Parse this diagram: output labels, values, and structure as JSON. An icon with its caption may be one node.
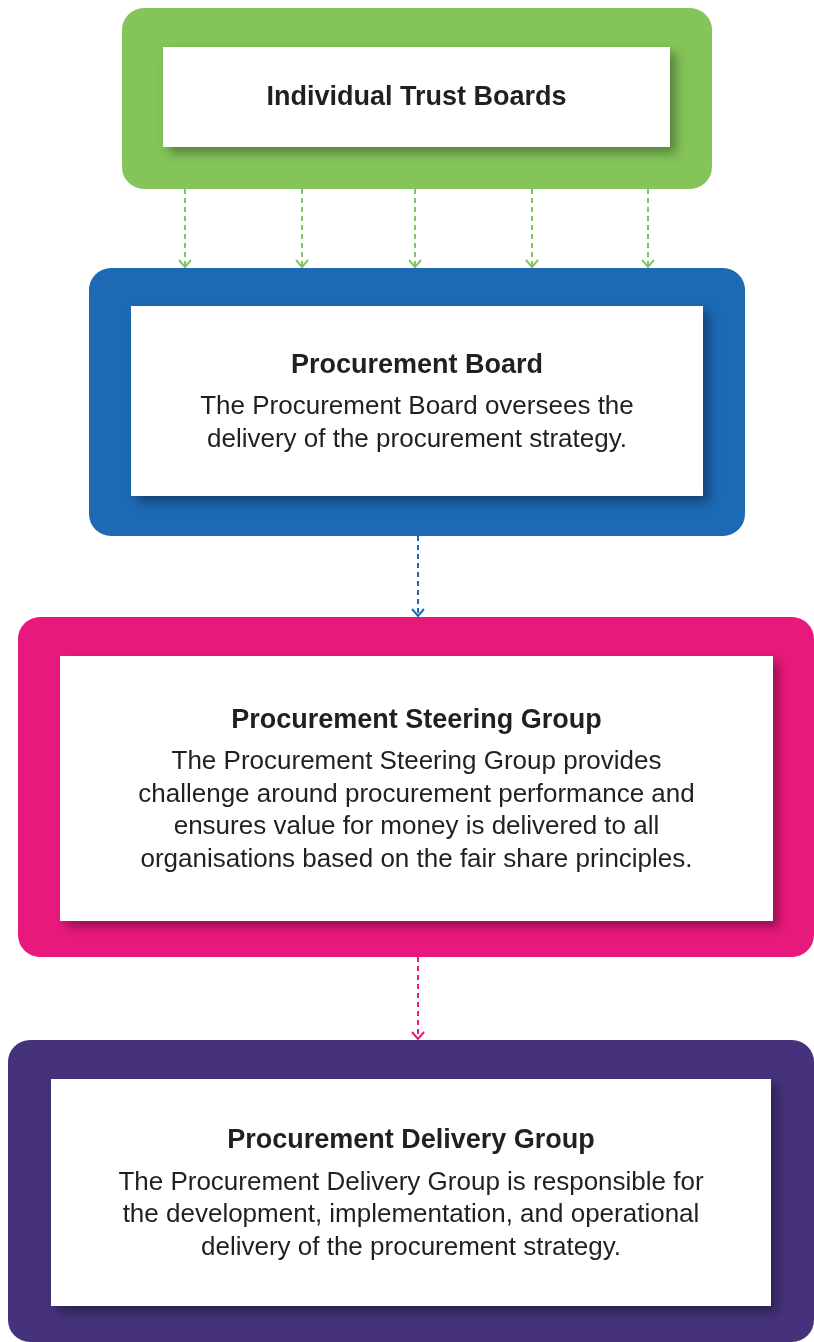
{
  "diagram": {
    "nodes": [
      {
        "text": [],
        "shape": "box"
      },
      {
        "text": [
          "Individual Trust Boards"
        ],
        "in": 0
      },
      {
        "text": [],
        "shape": "box"
      },
      {
        "text": [
          "Procurement Board",
          "The Procurement Board oversees the delivery of the procurement strategy."
        ],
        "in": 2
      },
      {
        "text": [],
        "shape": "box"
      },
      {
        "text": [
          "Procurement Steering Group",
          "The Procurement Steering Group provides challenge around procurement performance and ensures value for money is delivered to all organisations based on the fair share principles."
        ],
        "in": 4
      },
      {
        "text": [],
        "shape": "box"
      },
      {
        "text": [
          "Procurement Delivery Group",
          "The Procurement Delivery Group is responsible for the development, implementation, and operational delivery of the procurement strategy."
        ],
        "in": 6
      }
    ],
    "edges": [
      {
        "from": 0,
        "to": 2,
        "arrow": "to",
        "style": "dashed",
        "color": "#84c45a"
      },
      {
        "from": 0,
        "to": 2,
        "arrow": "to",
        "style": "dashed",
        "color": "#84c45a"
      },
      {
        "from": 0,
        "to": 2,
        "arrow": "to",
        "style": "dashed",
        "color": "#84c45a"
      },
      {
        "from": 0,
        "to": 2,
        "arrow": "to",
        "style": "dashed",
        "color": "#84c45a"
      },
      {
        "from": 0,
        "to": 2,
        "arrow": "to",
        "style": "dashed",
        "color": "#84c45a"
      },
      {
        "from": 2,
        "to": 4,
        "arrow": "to",
        "style": "dashed",
        "color": "#1d69b4"
      },
      {
        "from": 4,
        "to": 6,
        "arrow": "to",
        "style": "dashed",
        "color": "#e8197c"
      }
    ]
  }
}
